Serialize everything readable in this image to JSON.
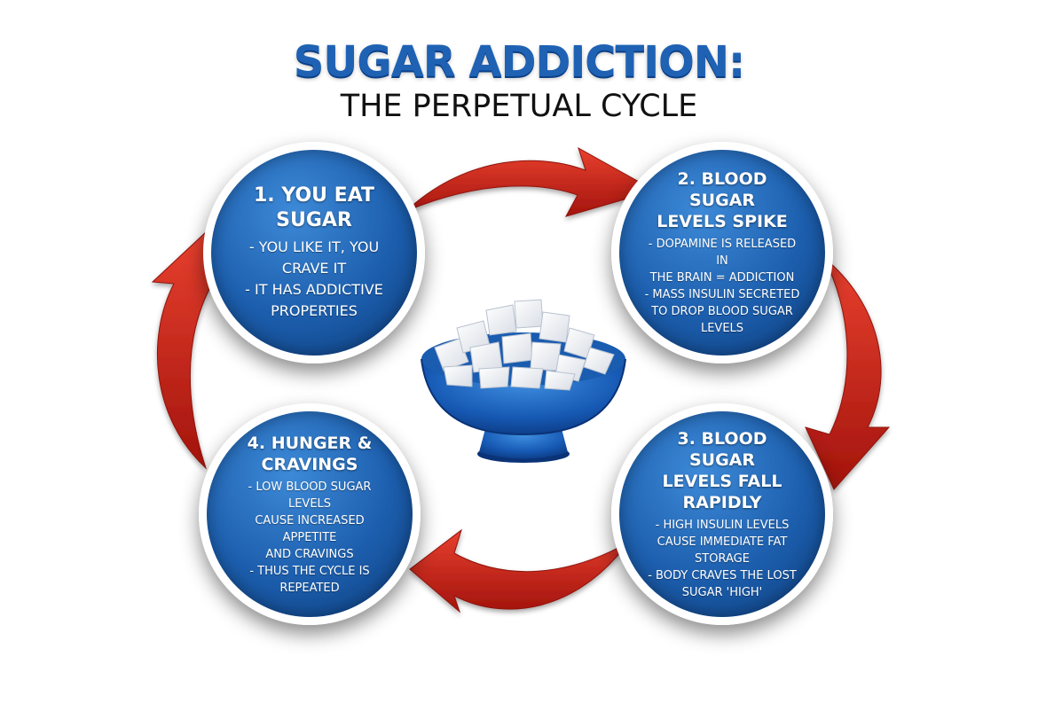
{
  "title": "SUGAR ADDICTION:",
  "subtitle": "THE PERPETUAL CYCLE",
  "colors": {
    "circle": "#1c5ead",
    "arrow": "#c82418",
    "title": "#1f62b4"
  },
  "center_image": "sugar-bowl-icon",
  "steps": [
    {
      "heading_lines": [
        "1. YOU EAT",
        "SUGAR"
      ],
      "lines": [
        "- YOU LIKE IT, YOU",
        "CRAVE IT",
        "- IT HAS ADDICTIVE",
        "PROPERTIES"
      ]
    },
    {
      "heading_lines": [
        "2. BLOOD SUGAR",
        "LEVELS SPIKE"
      ],
      "lines": [
        "- DOPAMINE IS RELEASED IN",
        "THE BRAIN = ADDICTION",
        "- MASS INSULIN SECRETED",
        "TO DROP BLOOD SUGAR",
        "LEVELS"
      ]
    },
    {
      "heading_lines": [
        "3. BLOOD SUGAR",
        "LEVELS FALL RAPIDLY"
      ],
      "lines": [
        "- HIGH INSULIN LEVELS",
        "CAUSE IMMEDIATE FAT",
        "STORAGE",
        "- BODY CRAVES THE LOST",
        "SUGAR 'HIGH'"
      ]
    },
    {
      "heading_lines": [
        "4. HUNGER &",
        "CRAVINGS"
      ],
      "lines": [
        "- LOW BLOOD SUGAR LEVELS",
        "CAUSE INCREASED APPETITE",
        "AND CRAVINGS",
        "- THUS THE CYCLE IS",
        "REPEATED"
      ]
    }
  ]
}
